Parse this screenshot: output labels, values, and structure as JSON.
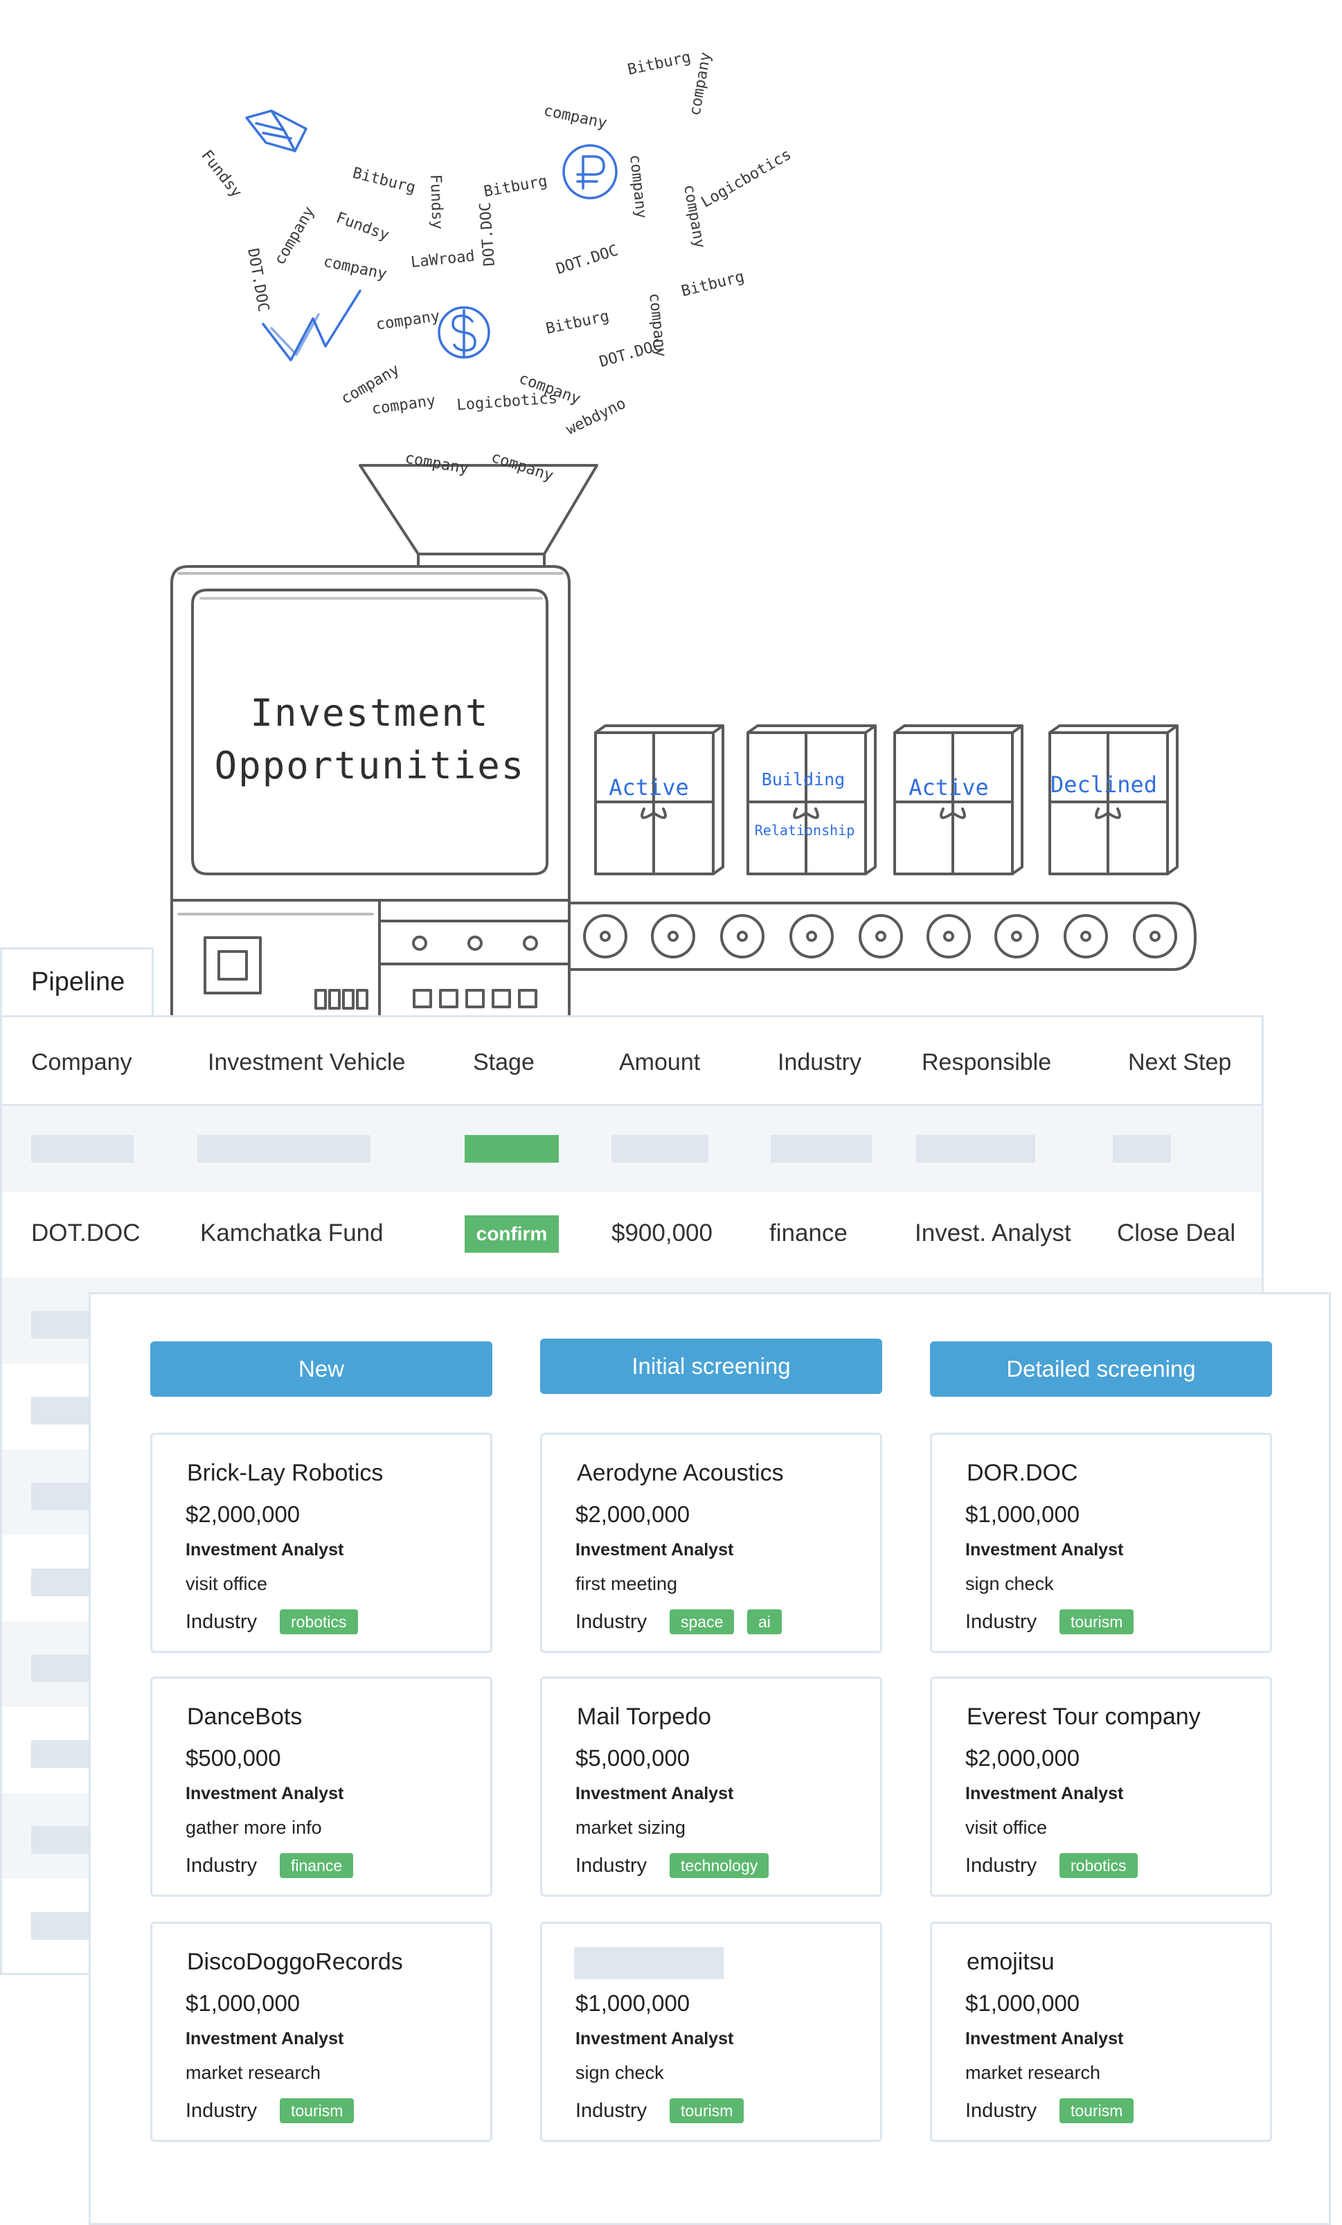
{
  "illustration": {
    "screen_line1": "Investment",
    "screen_line2": "Opportunities",
    "boxes": [
      {
        "label": "Active"
      },
      {
        "label": "Building",
        "label2": "Relationship"
      },
      {
        "label": "Active"
      },
      {
        "label": "Declined"
      }
    ],
    "floating_words": [
      "Bitburg",
      "company",
      "company",
      "Fundsy",
      "DOT.DOC",
      "Bitburg",
      "Fundsy",
      "Bitburg",
      "company",
      "company",
      "DOT.DOC",
      "Fundsy",
      "company",
      "LaWroad",
      "company",
      "DOT.DOC",
      "company",
      "Logicbotics",
      "Bitburg",
      "company",
      "Bitburg",
      "DOT.DOC",
      "company",
      "company",
      "company",
      "Logicbotics",
      "webdyno",
      "company",
      "company"
    ]
  },
  "pipeline": {
    "tab_label": "Pipeline",
    "columns": [
      "Company",
      "Investment Vehicle",
      "Stage",
      "Amount",
      "Industry",
      "Responsible",
      "Next Step"
    ],
    "row": {
      "company": "DOT.DOC",
      "vehicle": "Kamchatka Fund",
      "stage": "confirm",
      "amount": "$900,000",
      "industry": "finance",
      "responsible": "Invest. Analyst",
      "next_step": "Close Deal"
    }
  },
  "kanban": {
    "columns": [
      {
        "title": "New",
        "cards": [
          {
            "name": "Brick-Lay Robotics",
            "amount": "$2,000,000",
            "role": "Investment Analyst",
            "next": "visit office",
            "industry_label": "Industry",
            "tags": [
              "robotics"
            ]
          },
          {
            "name": "DanceBots",
            "amount": "$500,000",
            "role": "Investment Analyst",
            "next": "gather more info",
            "industry_label": "Industry",
            "tags": [
              "finance"
            ]
          },
          {
            "name": "DiscoDoggoRecords",
            "amount": "$1,000,000",
            "role": "Investment Analyst",
            "next": "market research",
            "industry_label": "Industry",
            "tags": [
              "tourism"
            ]
          }
        ]
      },
      {
        "title": "Initial screening",
        "cards": [
          {
            "name": "Aerodyne Acoustics",
            "amount": "$2,000,000",
            "role": "Investment Analyst",
            "next": "first meeting",
            "industry_label": "Industry",
            "tags": [
              "space",
              "ai"
            ]
          },
          {
            "name": "Mail Torpedo",
            "amount": "$5,000,000",
            "role": "Investment Analyst",
            "next": "market sizing",
            "industry_label": "Industry",
            "tags": [
              "technology"
            ]
          },
          {
            "name": "",
            "amount": "$1,000,000",
            "role": "Investment Analyst",
            "next": "sign check",
            "industry_label": "Industry",
            "tags": [
              "tourism"
            ]
          }
        ]
      },
      {
        "title": "Detailed screening",
        "cards": [
          {
            "name": "DOR.DOC",
            "amount": "$1,000,000",
            "role": "Investment Analyst",
            "next": "sign check",
            "industry_label": "Industry",
            "tags": [
              "tourism"
            ]
          },
          {
            "name": "Everest Tour company",
            "amount": "$2,000,000",
            "role": "Investment Analyst",
            "next": "visit office",
            "industry_label": "Industry",
            "tags": [
              "robotics"
            ]
          },
          {
            "name": "emojitsu",
            "amount": "$1,000,000",
            "role": "Investment Analyst",
            "next": "market research",
            "industry_label": "Industry",
            "tags": [
              "tourism"
            ]
          }
        ]
      }
    ]
  },
  "colors": {
    "accent_blue": "#4aa3d6",
    "tag_green": "#5cb86f",
    "skeleton": "#dfe6ed",
    "border": "#dde6ee",
    "sketch_blue": "#2f6ee0"
  }
}
